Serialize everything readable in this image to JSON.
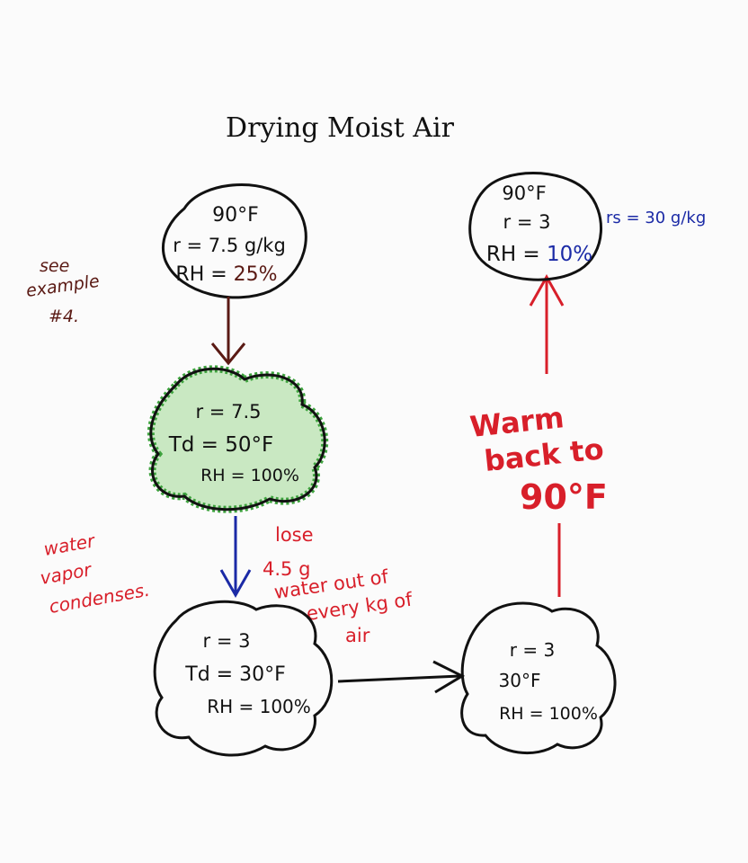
{
  "title": "Drying Moist Air",
  "note": {
    "line1": "see",
    "line2": "example",
    "line3": "#4."
  },
  "start_state": {
    "temp": "90°F",
    "mixing_ratio": "r = 7.5 g/kg",
    "rh_label": "RH =",
    "rh_value": "25%"
  },
  "cloud_1": {
    "mixing_ratio": "r = 7.5",
    "dewpoint": "Td = 50°F",
    "rh": "RH = 100%"
  },
  "condense_note": {
    "line1": "water",
    "line2": "vapor",
    "line3": "condenses."
  },
  "lose_note": {
    "line1": "lose",
    "line2": "4.5 g",
    "line3": "water out of",
    "line4": "every kg of",
    "line5": "air"
  },
  "cloud_2": {
    "mixing_ratio": "r = 3",
    "dewpoint": "Td = 30°F",
    "rh": "RH = 100%"
  },
  "cloud_3": {
    "mixing_ratio": "r = 3",
    "temp": "30°F",
    "rh": "RH = 100%"
  },
  "warm_note": {
    "line1": "Warm",
    "line2": "back to",
    "line3": "90°F"
  },
  "end_state": {
    "temp": "90°F",
    "mixing_ratio": "r = 3",
    "rh_label": "RH =",
    "rh_value": "10%",
    "saturation": "rs = 30 g/kg"
  },
  "colors": {
    "ink": "#111111",
    "brown": "#5a1a14",
    "red": "#d81f2a",
    "blue": "#1b2aa6",
    "green": "#3ea33e"
  }
}
